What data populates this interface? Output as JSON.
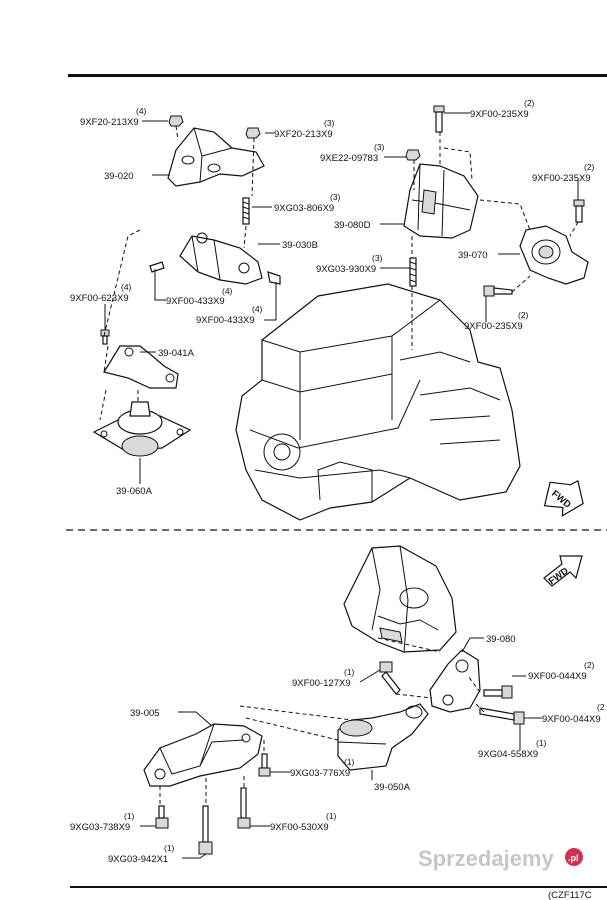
{
  "diagram": {
    "parts": {
      "p39_020": "39-020",
      "p39_030B": "39-030B",
      "p39_041A": "39-041A",
      "p39_060A": "39-060A",
      "p39_080D": "39-080D",
      "p39_070": "39-070",
      "p39_080": "39-080",
      "p39_005": "39-005",
      "p39_050A": "39-050A"
    },
    "fasteners": {
      "f1": {
        "code": "9XF20-213X9",
        "qty": "(4)"
      },
      "f2": {
        "code": "9XF20-213X9",
        "qty": "(3)"
      },
      "f3": {
        "code": "9XF00-235X9",
        "qty": "(2)"
      },
      "f4": {
        "code": "9XE22-09783",
        "qty": "(3)"
      },
      "f5": {
        "code": "9XF00-235X9",
        "qty": "(2)"
      },
      "f6": {
        "code": "9XG03-806X9",
        "qty": "(3)"
      },
      "f7": {
        "code": "9XF00-623X9",
        "qty": "(4)"
      },
      "f8": {
        "code": "9XF00-433X9",
        "qty": "(4)"
      },
      "f9": {
        "code": "9XF00-433X9",
        "qty": "(4)"
      },
      "f10": {
        "code": "9XG03-930X9",
        "qty": "(3)"
      },
      "f11": {
        "code": "9XF00-235X9",
        "qty": "(2)"
      },
      "f12": {
        "code": "9XF00-127X9",
        "qty": "(1)"
      },
      "f13": {
        "code": "9XF00-044X9",
        "qty": "(2)"
      },
      "f14": {
        "code": "9XF00-044X9",
        "qty": "(2"
      },
      "f15": {
        "code": "9XG04-558X9",
        "qty": "(1)"
      },
      "f16": {
        "code": "9XG03-776X9",
        "qty": "(1)"
      },
      "f17": {
        "code": "9XG03-738X9",
        "qty": "(1)"
      },
      "f18": {
        "code": "9XF00-530X9",
        "qty": "(1)"
      },
      "f19": {
        "code": "9XG03-942X1",
        "qty": "(1)"
      }
    },
    "fwd_top": "FWD",
    "fwd_bottom": "FWD",
    "ref_code": "(CZF117C",
    "watermark": "Sprzedajemy",
    "watermark_tld": ".pl"
  }
}
